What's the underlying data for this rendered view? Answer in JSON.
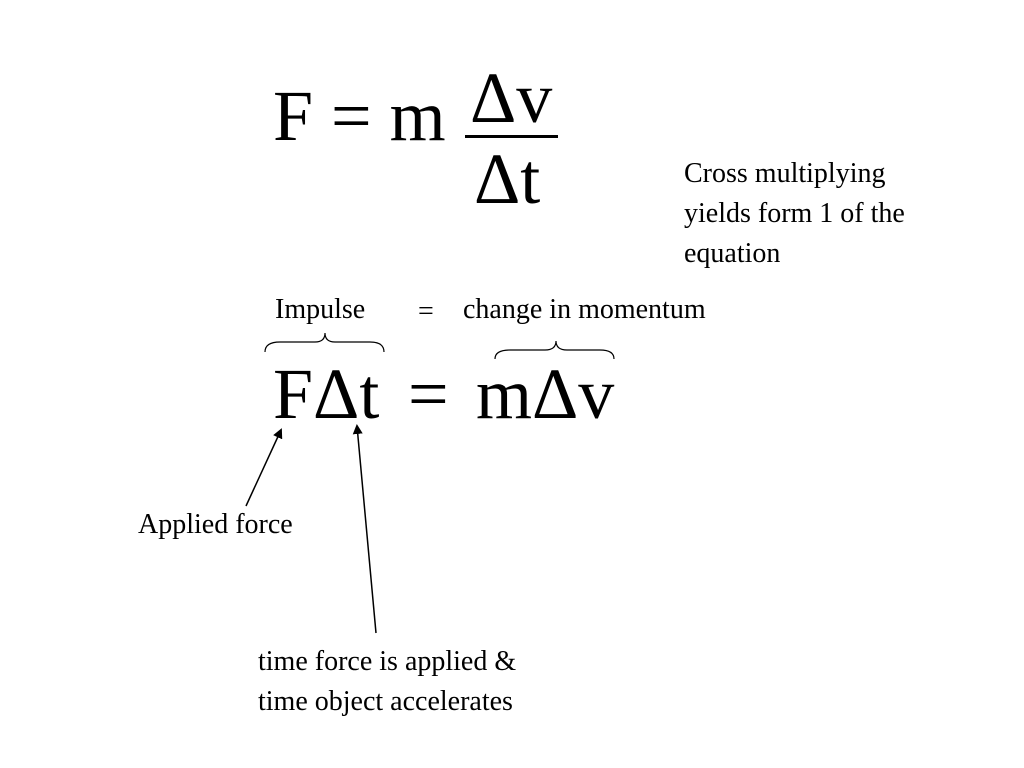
{
  "equation1": {
    "lhs": "F = m",
    "numerator": "Δv",
    "denominator": "Δt"
  },
  "note_cross_multiplying": [
    "Cross multiplying",
    "yields form 1 of the",
    "equation"
  ],
  "labels_row": {
    "impulse": "Impulse",
    "equals": "=",
    "change": "change in momentum"
  },
  "equation2": {
    "lhs": "FΔt",
    "equals": "=",
    "rhs": "mΔv"
  },
  "annotation_force": "Applied force",
  "annotation_time": [
    "time force is applied &",
    "time object accelerates"
  ]
}
